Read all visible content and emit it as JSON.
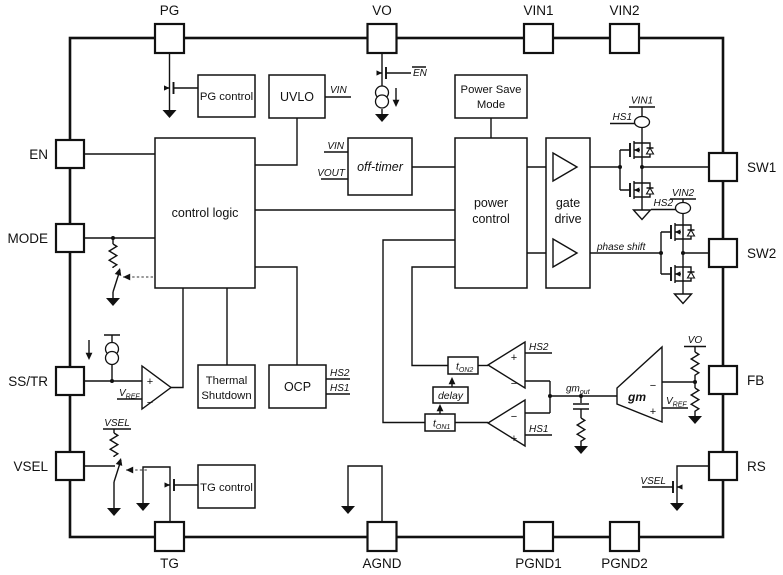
{
  "pins": {
    "top": [
      "PG",
      "VO",
      "VIN1",
      "VIN2"
    ],
    "left": [
      "EN",
      "MODE",
      "SS/TR",
      "VSEL"
    ],
    "right": [
      "SW1",
      "SW2",
      "FB",
      "RS"
    ],
    "bottom": [
      "TG",
      "AGND",
      "PGND1",
      "PGND2"
    ]
  },
  "blocks": {
    "pg_control": "PG control",
    "uvlo": "UVLO",
    "power_save_mode": {
      "line1": "Power Save",
      "line2": "Mode"
    },
    "off_timer": "off-timer",
    "control_logic": "control logic",
    "power_control": {
      "line1": "power",
      "line2": "control"
    },
    "gate_drive": {
      "line1": "gate",
      "line2": "drive"
    },
    "thermal_shutdown": {
      "line1": "Thermal",
      "line2": "Shutdown"
    },
    "ocp": "OCP",
    "delay": "delay",
    "tg_control": "TG control",
    "ton1": {
      "main": "t",
      "sub": "ON1"
    },
    "ton2": {
      "main": "t",
      "sub": "ON2"
    }
  },
  "signals": {
    "vin": "VIN",
    "vout": "VOUT",
    "vo": "VO",
    "en_bar": "EN",
    "vin1": "VIN1",
    "vin2": "VIN2",
    "hs1": "HS1",
    "hs2": "HS2",
    "vsel": "VSEL",
    "vref": {
      "main": "V",
      "sub": "REF"
    },
    "gm_out": {
      "main": "gm",
      "sub": "out"
    },
    "gm": "gm",
    "phase_shift": "phase shift",
    "plus": "+",
    "minus": "−"
  },
  "colors": {
    "line": "#111111",
    "background": "#ffffff"
  }
}
